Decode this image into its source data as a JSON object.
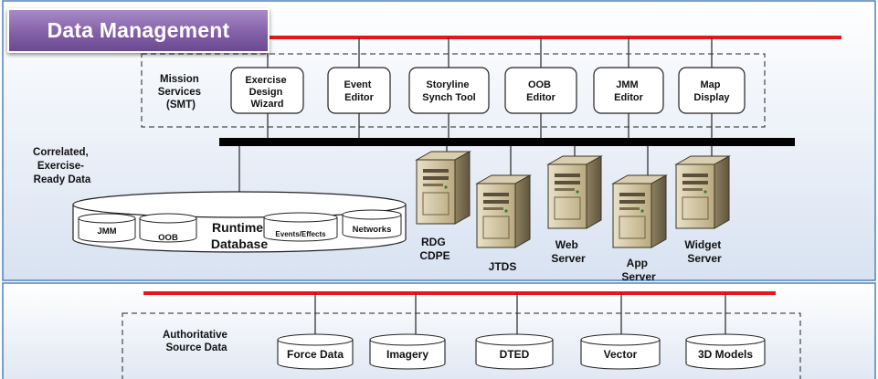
{
  "title": "Data Management",
  "mission_services": {
    "label_lines": [
      "Mission",
      "Services",
      "(SMT)"
    ]
  },
  "tools": [
    {
      "id": "exercise-design-wizard",
      "lines": [
        "Exercise",
        "Design",
        "Wizard"
      ]
    },
    {
      "id": "event-editor",
      "lines": [
        "Event",
        "Editor"
      ]
    },
    {
      "id": "storyline-synch-tool",
      "lines": [
        "Storyline",
        "Synch Tool"
      ]
    },
    {
      "id": "oob-editor",
      "lines": [
        "OOB",
        "Editor"
      ]
    },
    {
      "id": "jmm-editor",
      "lines": [
        "JMM",
        "Editor"
      ]
    },
    {
      "id": "map-display",
      "lines": [
        "Map",
        "Display"
      ]
    }
  ],
  "correlated_data": {
    "label_lines": [
      "Correlated,",
      "Exercise-",
      "Ready Data"
    ]
  },
  "runtime_db": {
    "label_lines": [
      "Runtime",
      "Database"
    ],
    "stores": [
      "JMM",
      "OOB",
      "Events/Effects",
      "Networks"
    ]
  },
  "servers": [
    {
      "id": "rdg-cdpe",
      "lines": [
        "RDG",
        "CDPE"
      ]
    },
    {
      "id": "jtds",
      "lines": [
        "JTDS"
      ]
    },
    {
      "id": "web-server",
      "lines": [
        "Web",
        "Server"
      ]
    },
    {
      "id": "app-server",
      "lines": [
        "App",
        "Server"
      ]
    },
    {
      "id": "widget-server",
      "lines": [
        "Widget",
        "Server"
      ]
    }
  ],
  "authoritative": {
    "label_lines": [
      "Authoritative",
      "Source Data"
    ],
    "sources": [
      "Force Data",
      "Imagery",
      "DTED",
      "Vector",
      "3D Models"
    ]
  },
  "colors": {
    "panel_top": "#ffffff",
    "panel_bottom": "#dde6f3",
    "panel_border": "#4f81bd",
    "bus_red": "#e8151b",
    "bus_black": "#000000",
    "title_purple": "#7b57a3",
    "server_tan": "#c9bb95"
  }
}
